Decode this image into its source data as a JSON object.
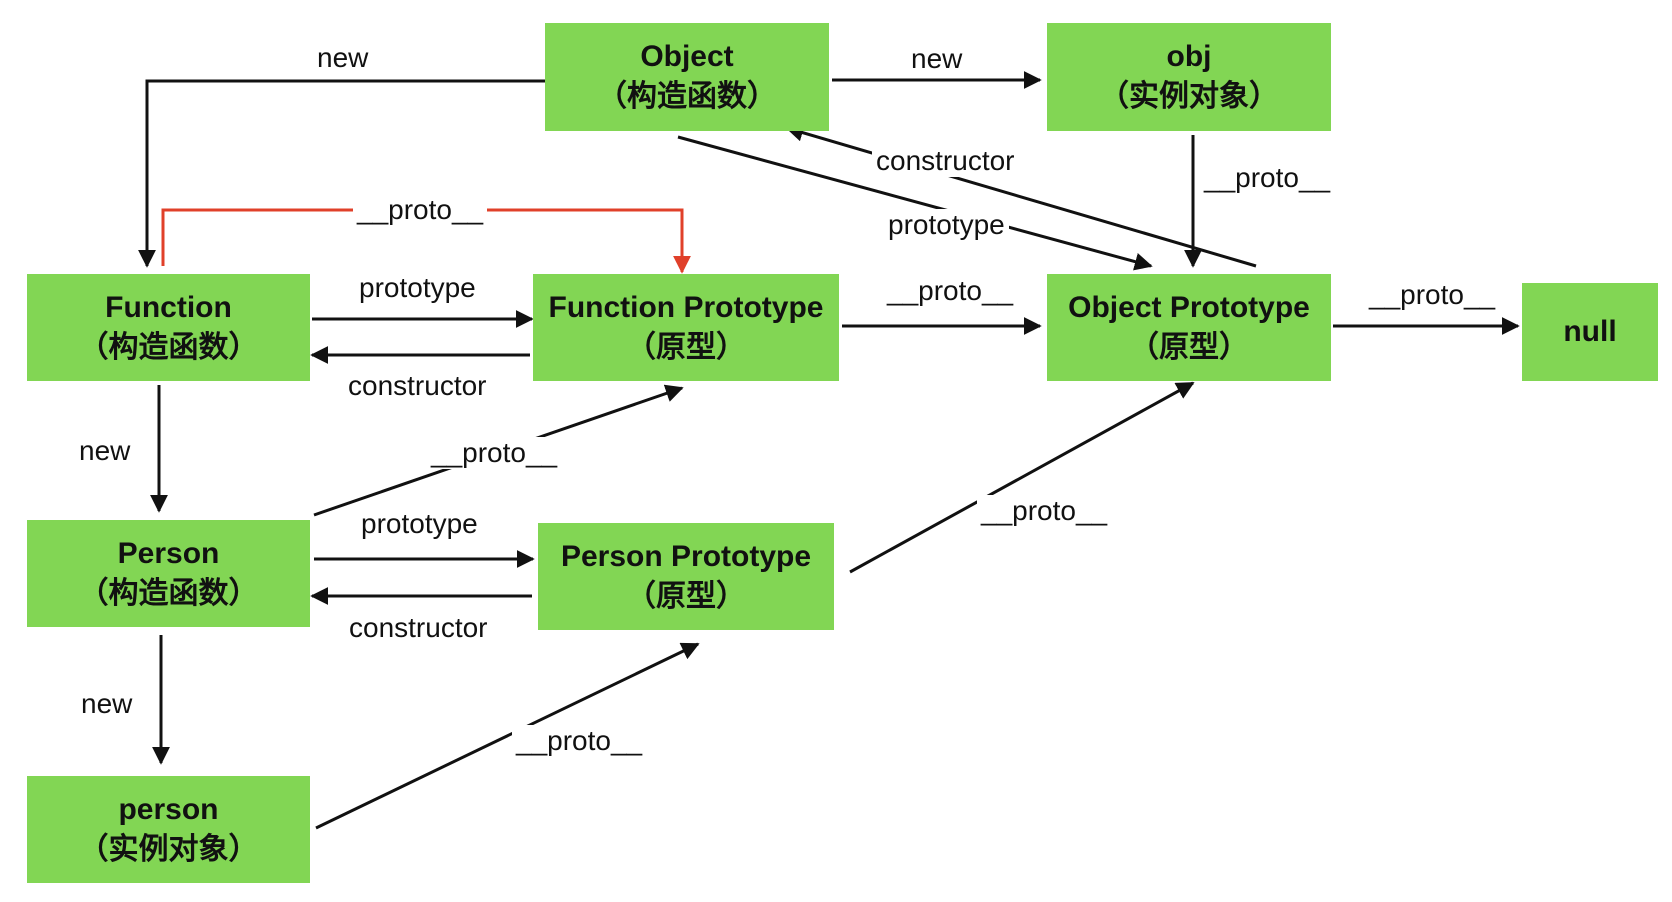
{
  "nodes": {
    "object_ctor": {
      "name": "Object",
      "sub": "（构造函数）"
    },
    "obj_instance": {
      "name": "obj",
      "sub": "（实例对象）"
    },
    "function_ctor": {
      "name": "Function",
      "sub": "（构造函数）"
    },
    "function_proto": {
      "name": "Function Prototype",
      "sub": "（原型）"
    },
    "object_proto": {
      "name": "Object Prototype",
      "sub": "（原型）"
    },
    "null_node": {
      "name": "null",
      "sub": ""
    },
    "person_ctor": {
      "name": "Person",
      "sub": "（构造函数）"
    },
    "person_proto": {
      "name": "Person Prototype",
      "sub": "（原型）"
    },
    "person_instance": {
      "name": "person",
      "sub": "（实例对象）"
    }
  },
  "edges": {
    "object_new_function": {
      "label": "new"
    },
    "object_new_obj": {
      "label": "new"
    },
    "objproto_constructor_object": {
      "label": "constructor"
    },
    "object_prototype_objproto": {
      "label": "prototype"
    },
    "obj_proto_objproto": {
      "label": "__proto__"
    },
    "function_proto_funcproto": {
      "label": "__proto__"
    },
    "function_prototype": {
      "label": "prototype"
    },
    "funcproto_constructor": {
      "label": "constructor"
    },
    "funcproto_proto_objproto": {
      "label": "__proto__"
    },
    "objproto_proto_null": {
      "label": "__proto__"
    },
    "function_new_person": {
      "label": "new"
    },
    "person_proto_funcproto": {
      "label": "__proto__"
    },
    "person_prototype": {
      "label": "prototype"
    },
    "personproto_constructor": {
      "label": "constructor"
    },
    "personproto_proto_objproto": {
      "label": "__proto__"
    },
    "person_new_instance": {
      "label": "new"
    },
    "instance_proto_personproto": {
      "label": "__proto__"
    }
  },
  "colors": {
    "node_fill": "#82d654",
    "edge": "#111111",
    "highlight_edge": "#e0402a"
  }
}
